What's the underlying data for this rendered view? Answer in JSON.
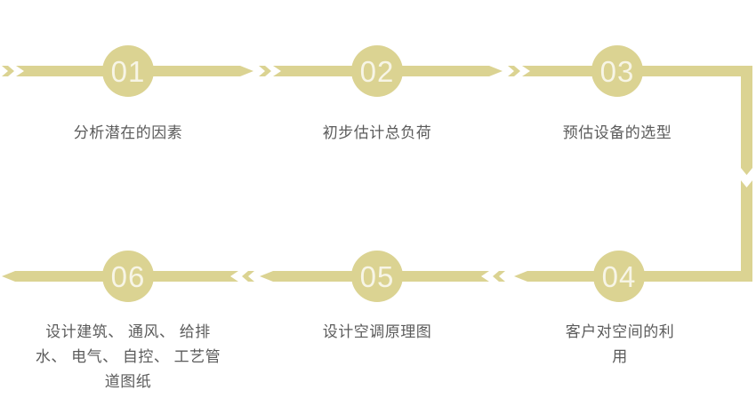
{
  "flow": {
    "colors": {
      "ribbon": "#dbd392",
      "number": "#f7f5e6",
      "label": "#5b5b5b"
    },
    "steps": [
      {
        "number": "01",
        "label": "分析潜在的因素",
        "lines": [
          "分析潜在的因素"
        ]
      },
      {
        "number": "02",
        "label": "初步估计总负荷",
        "lines": [
          "初步估计总负荷"
        ]
      },
      {
        "number": "03",
        "label": "预估设备的选型",
        "lines": [
          "预估设备的选型"
        ]
      },
      {
        "number": "04",
        "label": "客户对空间的利用",
        "lines": [
          "客户对空间的利",
          "用"
        ]
      },
      {
        "number": "05",
        "label": "设计空调原理图",
        "lines": [
          "设计空调原理图"
        ]
      },
      {
        "number": "06",
        "label": "设计建筑、通风、给排水、电气、自控、工艺管道图纸",
        "lines": [
          "设计建筑、 通风、 给排",
          "水、 电气、 自控、 工艺管",
          "道图纸"
        ]
      }
    ]
  }
}
